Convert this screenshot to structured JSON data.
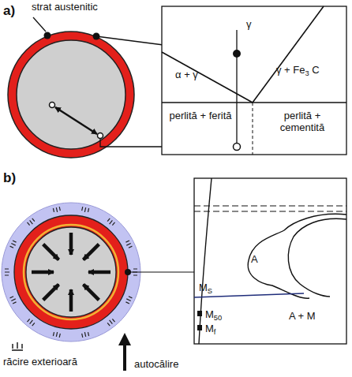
{
  "diagram": {
    "labels": [
      "a)",
      "strat austenitic",
      "γ",
      "α + γ",
      "γ + Fe3 C",
      "perlită + ferită",
      "perlită + cementită",
      "b)",
      "A",
      "MS",
      "M50",
      "Mf",
      "A + M",
      "răcire exterioară",
      "autocălire"
    ]
  }
}
